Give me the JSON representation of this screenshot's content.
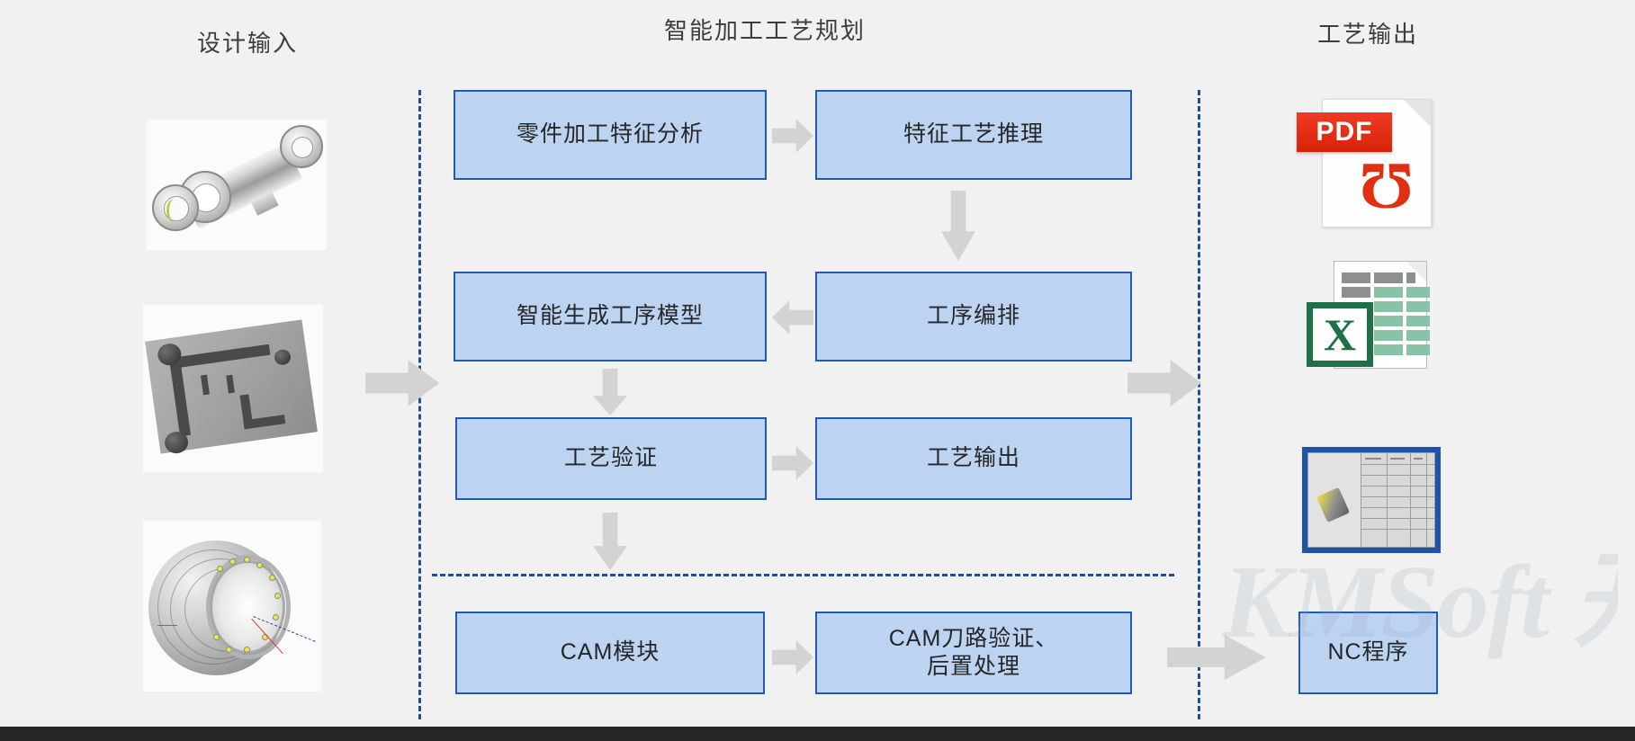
{
  "columns": {
    "design_input_title": "设计输入",
    "planning_title": "智能加工工艺规划",
    "process_output_title": "工艺输出"
  },
  "process_boxes": [
    {
      "id": "feature-analysis",
      "label": "零件加工特征分析"
    },
    {
      "id": "feature-reasoning",
      "label": "特征工艺推理"
    },
    {
      "id": "generate-model",
      "label": "智能生成工序模型"
    },
    {
      "id": "sequencing",
      "label": "工序编排"
    },
    {
      "id": "verification",
      "label": "工艺验证"
    },
    {
      "id": "process-output",
      "label": "工艺输出"
    },
    {
      "id": "cam-module",
      "label": "CAM模块"
    },
    {
      "id": "cam-path-verify",
      "label": "CAM刀路验证、",
      "label2": "后置处理"
    },
    {
      "id": "nc-program",
      "label": "NC程序"
    }
  ],
  "design_inputs": [
    {
      "id": "pipe-housing",
      "alt": "三维管状法兰零件模型"
    },
    {
      "id": "mold-plate",
      "alt": "模具底板三维模型"
    },
    {
      "id": "turbine-casing",
      "alt": "机匣回转体三维模型"
    }
  ],
  "outputs": [
    {
      "id": "pdf-file",
      "icon": "pdf-file-icon",
      "badge": "PDF"
    },
    {
      "id": "excel-file",
      "icon": "excel-file-icon",
      "badge": "X"
    },
    {
      "id": "process-sheet",
      "icon": "process-sheet-icon",
      "badge": ""
    }
  ],
  "watermark": {
    "text": "KMSoft 开目"
  },
  "colors": {
    "box_fill": "#bdd3f2",
    "box_border": "#1f5bb5",
    "arrow_gray": "#d4d3d1",
    "dashed_blue": "#1f4e9c",
    "canvas": "#f1f1f1",
    "pdf_red": "#d92309",
    "excel_green": "#1e7145",
    "text_dark": "#262626"
  }
}
